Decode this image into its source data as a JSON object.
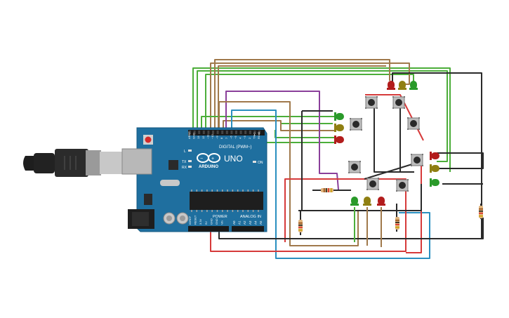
{
  "board": {
    "logo_text": "ARDUINO",
    "model_text": "UNO",
    "on_label": "ON",
    "digital_label": "DIGITAL (PWM~)",
    "power_label": "POWER",
    "analog_label": "ANALOG IN",
    "tx_label": "TX",
    "rx_label": "RX",
    "l_label": "L",
    "digital_pins": [
      "AREF",
      "GND",
      "13",
      "12",
      "~11",
      "~10",
      "~9",
      "8",
      "7",
      "~6",
      "~5",
      "4",
      "~3",
      "2",
      "TX▸1",
      "RX◂0"
    ],
    "power_pins": [
      "IOREF",
      "RESET",
      "3.3V",
      "5V",
      "GND",
      "GND",
      "Vin"
    ],
    "analog_pins": [
      "A0",
      "A1",
      "A2",
      "A3",
      "A4",
      "A5"
    ]
  },
  "colors": {
    "board": "#1f6f9f",
    "wire_green": "#4cae3a",
    "wire_brown": "#a0794b",
    "wire_purple": "#8a3f9a",
    "wire_red": "#d63a3a",
    "wire_black": "#2a2a2a",
    "wire_blue": "#2a8fc0",
    "led_red": "#b21c1c",
    "led_yellow": "#8f7f12",
    "led_green": "#2a9a2a"
  }
}
